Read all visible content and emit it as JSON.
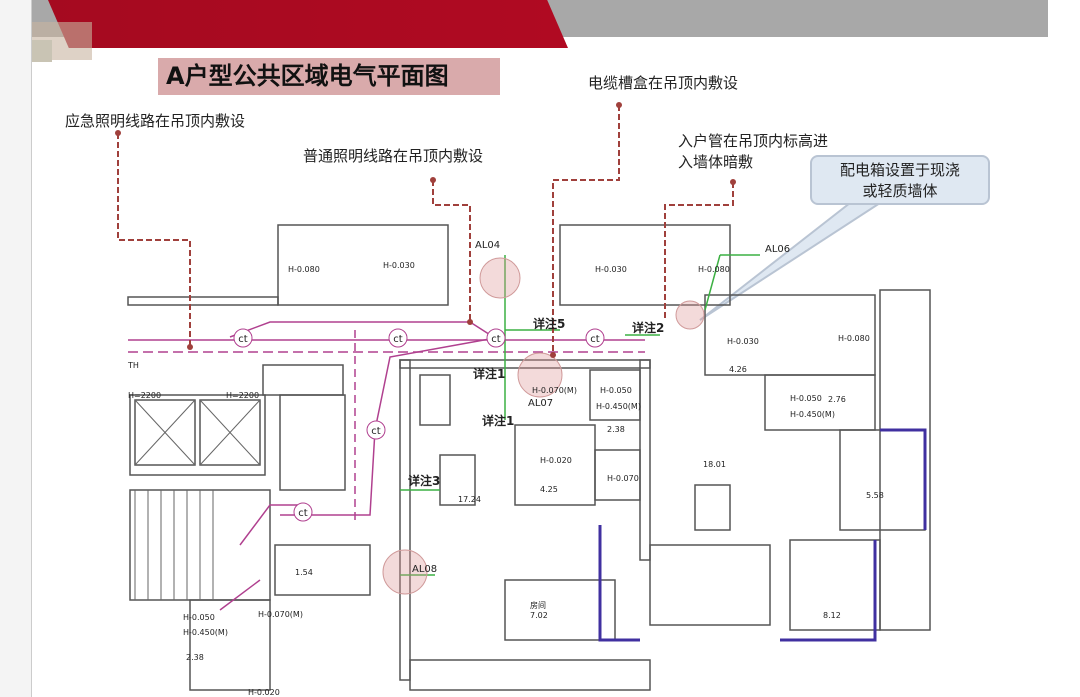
{
  "slide": {
    "title": "A户型公共区域电气平面图",
    "annotations": {
      "emergency_lighting": "应急照明线路在吊顶内敷设",
      "normal_lighting": "普通照明线路在吊顶内敷设",
      "cable_tray": "电缆槽盒在吊顶内敷设",
      "entry_pipe_line1": "入户管在吊顶内标高进",
      "entry_pipe_line2": "入墙体暗敷"
    },
    "callout": {
      "line1": "配电箱设置于现浇",
      "line2": "或轻质墙体"
    }
  },
  "plan": {
    "detail_labels": [
      "详注1",
      "详注1",
      "详注2",
      "详注3",
      "详注5"
    ],
    "panels": [
      "AL04",
      "AL06",
      "AL07",
      "AL08"
    ],
    "junction": "ct",
    "elevations": [
      "H-0.080",
      "H-0.030",
      "H-0.030",
      "H-0.080",
      "H-0.030",
      "H-0.080",
      "H-0.070(M)",
      "H-0.050",
      "H-0.450(M)",
      "H-0.020",
      "H-0.070",
      "H-0.050",
      "H-0.450(M)",
      "H-0.050",
      "H-0.450(M)",
      "H-0.070(M)",
      "H-0.020"
    ],
    "room_label": "房间",
    "areas": [
      "17.24",
      "18.01",
      "7.02",
      "8.12",
      "5.58",
      "4.26",
      "4.25",
      "2.38",
      "2.76",
      "2.38",
      "1.54"
    ],
    "misc": [
      "H=2200",
      "H=2200",
      "TH"
    ]
  },
  "colors": {
    "red": "#a50a20",
    "gray": "#a8a8a8",
    "title_bg": "#d9aaab",
    "leader": "#a0403c",
    "wiring": "#b0408f",
    "green": "#3cb043",
    "purple": "#4030a0"
  }
}
